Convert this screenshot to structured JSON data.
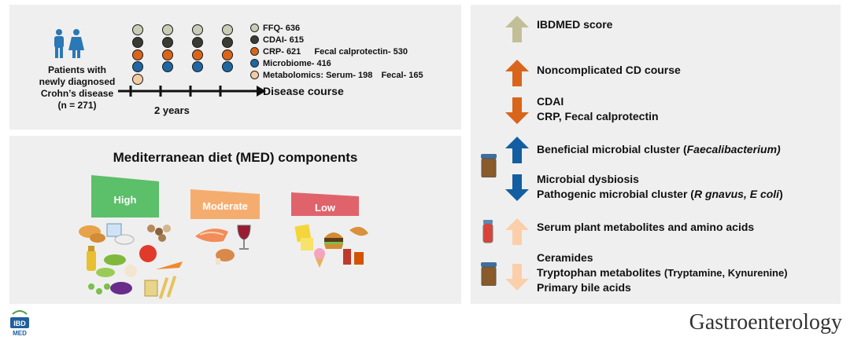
{
  "study": {
    "patients_line1": "Patients with",
    "patients_line2": "newly diagnosed",
    "patients_line3": "Crohn’s disease",
    "patients_line4": "(n = 271)",
    "years": "2 years",
    "course": "Disease course",
    "legend": [
      {
        "label": "FFQ- 636",
        "color": "#c8ceb4"
      },
      {
        "label": "CDAI- 615",
        "color": "#3b3b33"
      },
      {
        "label": "CRP- 621",
        "extra": "Fecal calprotectin- 530",
        "color": "#d9651a"
      },
      {
        "label": "Microbiome- 416",
        "color": "#1e67a3"
      },
      {
        "label": "Metabolomics: Serum- 198",
        "extra": "Fecal- 165",
        "color": "#f3cba2"
      }
    ]
  },
  "diet": {
    "title": "Mediterranean diet (MED) components",
    "high": "High",
    "moderate": "Moderate",
    "low": "Low",
    "colors": {
      "high": "#5cbf6a",
      "moderate": "#f5ad6f",
      "low": "#e0636b"
    }
  },
  "findings": [
    {
      "text": "IBDMED score",
      "arrow": "up",
      "color": "#c2bf98"
    },
    {
      "text": "Noncomplicated CD course",
      "arrow": "up",
      "color": "#d9651a"
    },
    {
      "line1": "CDAI",
      "line2": "CRP, Fecal calprotectin",
      "arrow": "down",
      "color": "#d9651a"
    },
    {
      "pre": "Beneficial microbial cluster (",
      "italic": "Faecalibacterium)",
      "arrow": "up",
      "color": "#135ea0"
    },
    {
      "line1": "Microbial dysbiosis",
      "pre2": "Pathogenic microbial cluster (",
      "italic2": "R gnavus, E coli",
      "post2": ")",
      "arrow": "down",
      "color": "#135ea0"
    },
    {
      "text": "Serum plant metabolites and amino acids",
      "arrow": "up",
      "color": "#fbcfaa"
    },
    {
      "line1": "Ceramides",
      "pre2": "Tryptophan metabolites ",
      "small2": "(Tryptamine, Kynurenine)",
      "line3": "Primary bile acids",
      "arrow": "down",
      "color": "#fbcfaa"
    }
  ],
  "logo": {
    "journal": "Gastroenterology",
    "ibd_line1": "IBD",
    "ibd_line2": "MED"
  }
}
